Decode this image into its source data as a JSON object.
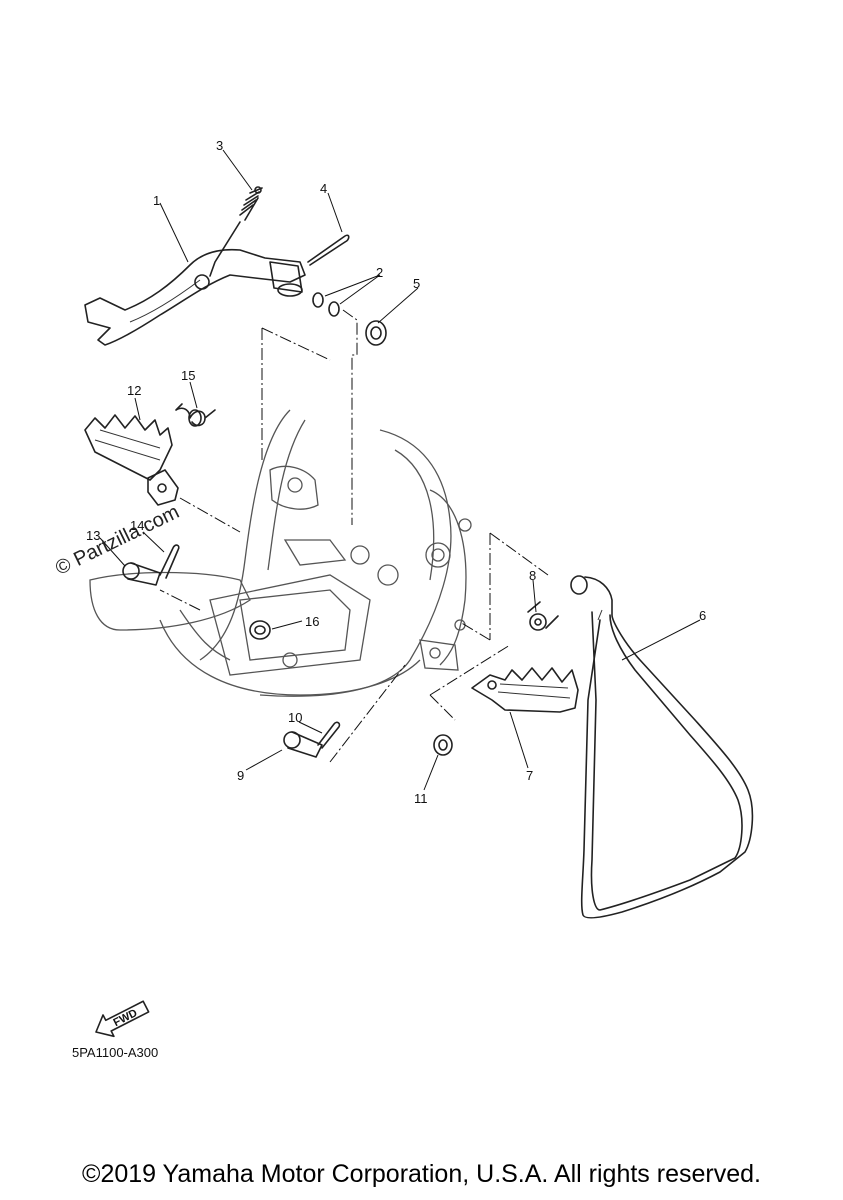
{
  "callouts": {
    "c1": "1",
    "c2": "2",
    "c3": "3",
    "c4": "4",
    "c5": "5",
    "c6": "6",
    "c7": "7",
    "c8": "8",
    "c9": "9",
    "c10": "10",
    "c11": "11",
    "c12": "12",
    "c13": "13",
    "c14": "14",
    "c15": "15",
    "c16": "16"
  },
  "fwd_label": "FWD",
  "diagram_code": "5PA1100-A300",
  "watermark": "© Partzilla.com",
  "copyright": "©2019 Yamaha Motor Corporation, U.S.A. All rights reserved."
}
